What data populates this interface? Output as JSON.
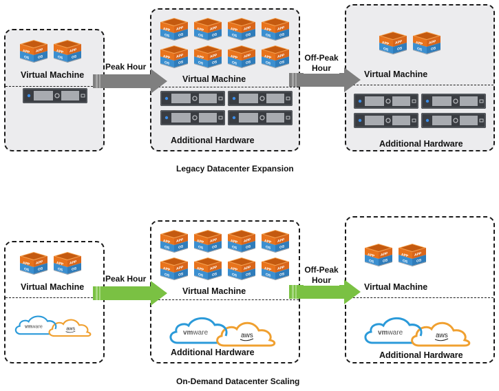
{
  "diagram": {
    "colors": {
      "legacy_arrow": "#7f7f7f",
      "ondemand_arrow": "#7ac143",
      "box_fill_grey": "#ececee",
      "vm_orange": "#e8731c",
      "vm_blue": "#3b8fd0",
      "vmware_cloud": "#2b9ad9",
      "aws_cloud": "#f0a030"
    },
    "legacy": {
      "caption": "Legacy Datacenter Expansion",
      "before": {
        "vm_label": "Virtual Machine",
        "vm_count": 2,
        "server_count": 1
      },
      "arrow1": {
        "label": "Peak Hour"
      },
      "peak": {
        "vm_label": "Virtual Machine",
        "vm_count": 8,
        "server_count": 4,
        "hw_label": "Additional Hardware"
      },
      "arrow2": {
        "label_line1": "Off-Peak",
        "label_line2": "Hour"
      },
      "after": {
        "vm_label": "Virtual Machine",
        "vm_count": 2,
        "server_count": 4,
        "hw_label": "Additional Hardware"
      }
    },
    "ondemand": {
      "caption": "On-Demand Datacenter Scaling",
      "before": {
        "vm_label": "Virtual Machine",
        "vm_count": 2,
        "cloud_left": "vmware",
        "cloud_right": "aws"
      },
      "arrow1": {
        "label": "Peak Hour"
      },
      "peak": {
        "vm_label": "Virtual Machine",
        "vm_count": 8,
        "hw_label": "Additional Hardware",
        "cloud_left": "vmware",
        "cloud_right": "aws"
      },
      "arrow2": {
        "label_line1": "Off-Peak",
        "label_line2": "Hour"
      },
      "after": {
        "vm_label": "Virtual Machine",
        "vm_count": 2,
        "hw_label": "Additional Hardware",
        "cloud_left": "vmware",
        "cloud_right": "aws"
      }
    },
    "vm_icon": {
      "top_text": "APP",
      "bottom_text": "OS"
    },
    "icons": {
      "vm": "vm-cube-icon",
      "server": "rack-server-icon",
      "cloud": "cloud-icon"
    }
  }
}
